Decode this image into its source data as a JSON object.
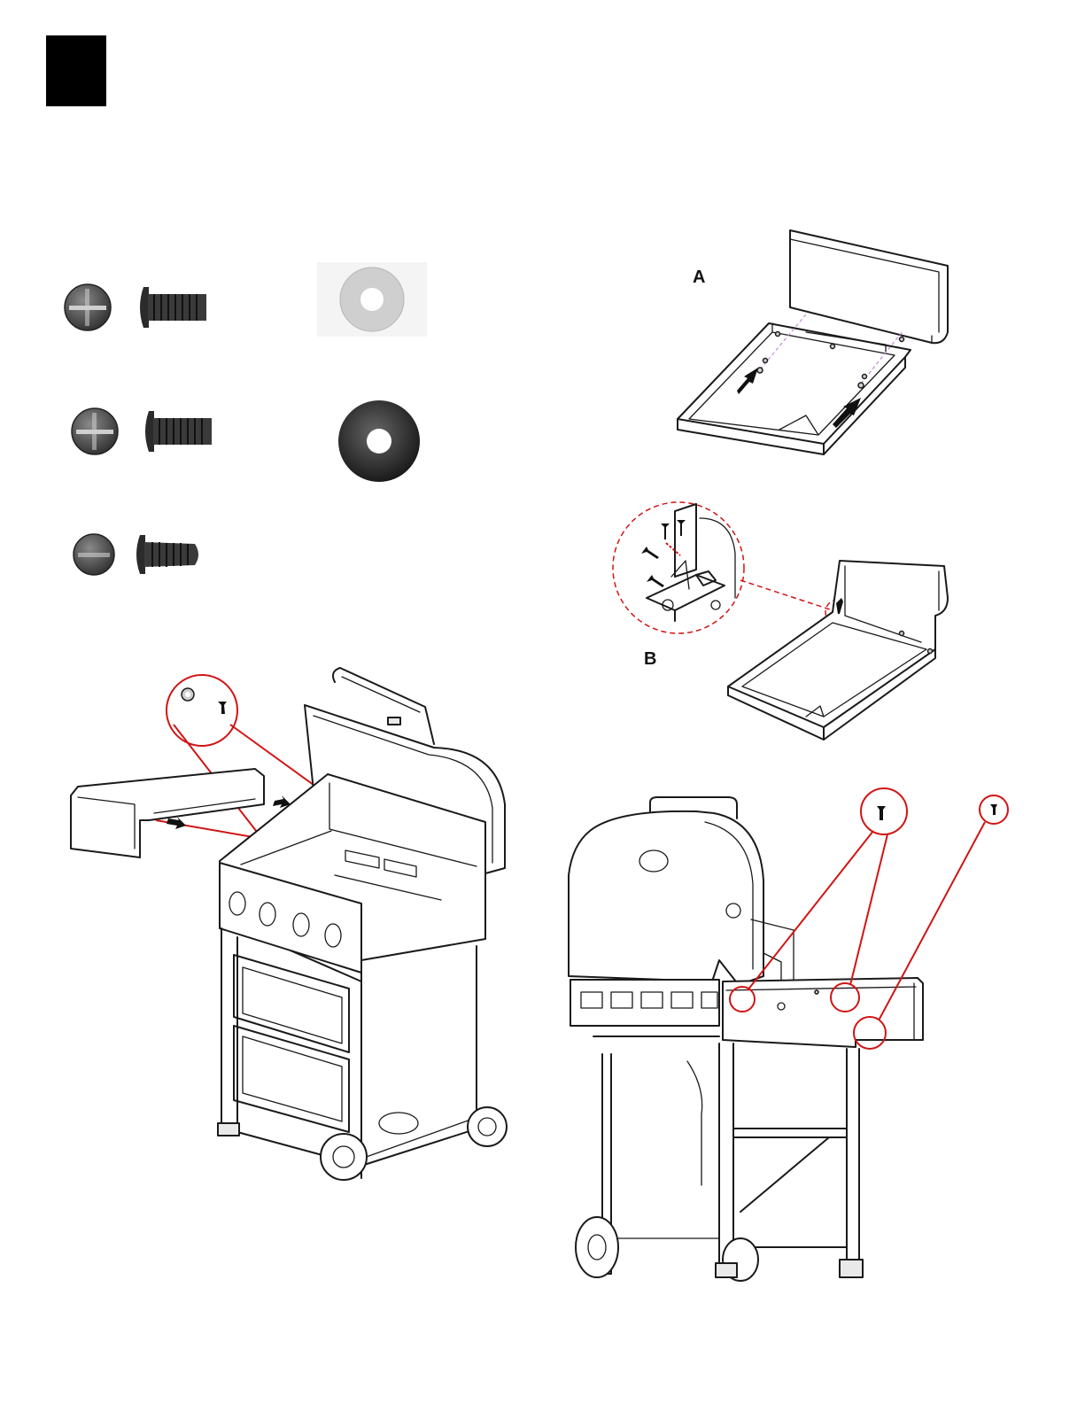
{
  "step": {
    "number": ""
  },
  "figure_labels": {
    "a": "A",
    "b": "B"
  },
  "hardware": [
    {
      "id": "bolt-1",
      "kind": "machine-screw-long"
    },
    {
      "id": "washer-flat",
      "kind": "flat-washer",
      "color": "#cfcfcf"
    },
    {
      "id": "bolt-2",
      "kind": "machine-screw-long"
    },
    {
      "id": "washer-lock",
      "kind": "rubber-washer",
      "color": "#2a2a2a"
    },
    {
      "id": "bolt-3",
      "kind": "tapered-screw"
    }
  ],
  "colors": {
    "callout": "#d11414",
    "guide": "#c58bd8",
    "ink": "#1a1a1a"
  }
}
